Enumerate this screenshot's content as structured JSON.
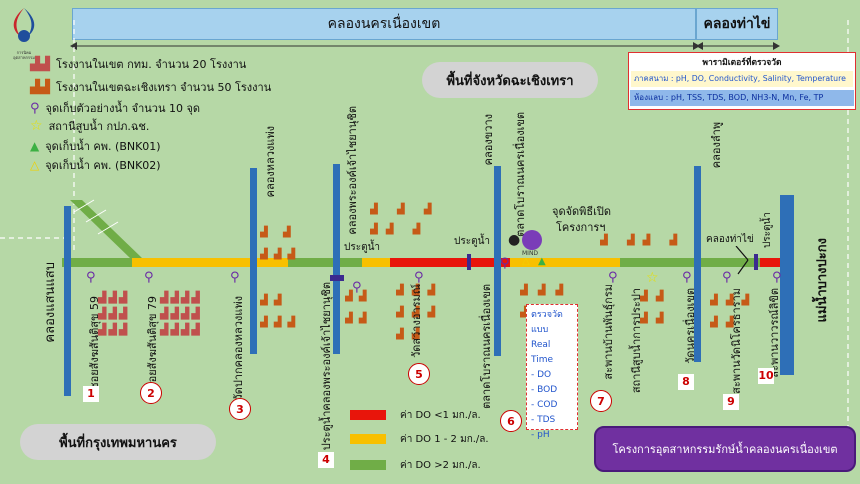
{
  "top_bands": {
    "left": "คลองนครเนื่องเขต",
    "right": "คลองท่าไข่"
  },
  "legend": {
    "items": [
      {
        "icon": "factory-icon-red",
        "label": "โรงงานในเขต กทม. จำนวน 20 โรงงาน"
      },
      {
        "icon": "factory-icon-orange",
        "label": "โรงงานในเขตฉะเชิงเทรา จำนวน 50 โรงงาน"
      },
      {
        "icon": "magnifier-icon",
        "label": "จุดเก็บตัวอย่างน้ำ จำนวน 10 จุด"
      },
      {
        "icon": "star-icon",
        "label": "สถานีสูบน้ำ กปภ.ฉช."
      },
      {
        "icon": "triangle-green-icon",
        "label": "จุดเก็บน้ำ คพ. (BNK01)"
      },
      {
        "icon": "triangle-yellow-icon",
        "label": "จุดเก็บน้ำ คพ. (BNK02)"
      }
    ]
  },
  "province_label": "พื้นที่จังหวัดฉะเชิงเทรา",
  "bangkok_label": "พื้นที่กรุงเทพมหานคร",
  "params": {
    "title": "พารามิเตอร์ที่ตรวจวัด",
    "field": "ภาคสนาม : pH, DO, Conductivity, Salinity, Temperature",
    "lab": "ห้องแลบ : pH, TSS, TDS, BOD, NH3-N, Mn, Fe, TP"
  },
  "canals": {
    "saensaep": "คลองแสนแสบ",
    "luang_phaeng": "คลองหลวงแพ่ง",
    "prawet": "คลองพระองค์เจ้าไชยานุชิต",
    "khwang": "คลองขวาง",
    "chaiyanuchit_market": "ตลาดโบราณนครเนื่องเขต",
    "lam_pu": "คลองลำพู",
    "bang_pakong": "แม่น้ำบางปะกง"
  },
  "gates": {
    "gate1": "ประตูน้ำ",
    "gate2": "ประตูน้ำ",
    "gate3": "ประตูน้ำ",
    "khlong_tha_khai": "คลองท่าไข่"
  },
  "exhibit": {
    "line1": "จุดจัดพิธีเปิด",
    "line2": "โครงการฯ",
    "mind": "MIND"
  },
  "sites": [
    {
      "no": "1",
      "name": "ซอยสังฆสันติสุข 59"
    },
    {
      "no": "2",
      "name": "ซอยสังฆสันติสุข 79"
    },
    {
      "no": "3",
      "name": "วัดปากคลองหลวงแพ่ง"
    },
    {
      "no": "4",
      "name": "ประตูน้ำคลองพระองค์เจ้าไชยานุชิต"
    },
    {
      "no": "5",
      "name": "วัดสว่างอารมณ์"
    },
    {
      "no": "6",
      "name": "ตลาดโบราณนครเนื่องเขต"
    },
    {
      "no": "7",
      "name": "สะพานบ้านพันธุ์กรม"
    },
    {
      "no": "8",
      "name": "วัดนครเนื่องเขต"
    },
    {
      "no": "9",
      "name": "สะพานวัดนิโครธาราม"
    },
    {
      "no": "10",
      "name": "สะพานวาวรณ์ลิขิต"
    }
  ],
  "extra_labels": {
    "station": "สถานีสูบน้ำการประปา"
  },
  "realtime": {
    "title": "ตรวจวัดแบบ",
    "subtitle": "Real Time",
    "items": [
      "- DO",
      "- BOD",
      "- COD",
      "- TDS",
      "- pH"
    ]
  },
  "do_legend": [
    {
      "color": "#e8150b",
      "label": "ค่า DO  <1 มก./ล."
    },
    {
      "color": "#f8c000",
      "label": "ค่า DO  1 - 2 มก./ล."
    },
    {
      "color": "#70ad47",
      "label": "ค่า DO  >2 มก./ล."
    }
  ],
  "project_title": "โครงการอุตสาหกรรมรักษ์น้ำคลองนครเนื่องเขต",
  "logo_text": "การนิคมอุตสาหกรรม"
}
